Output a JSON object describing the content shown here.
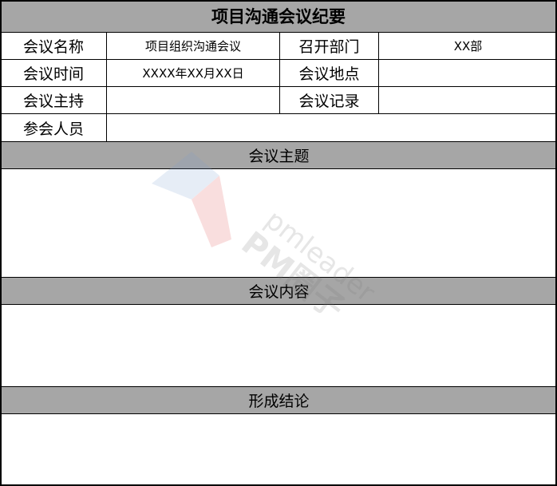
{
  "title": "项目沟通会议纪要",
  "rows": [
    {
      "label1": "会议名称",
      "value1": "项目组织沟通会议",
      "label2": "召开部门",
      "value2": "XX部"
    },
    {
      "label1": "会议时间",
      "value1": "XXXX年XX月XX日",
      "label2": "会议地点",
      "value2": ""
    },
    {
      "label1": "会议主持",
      "value1": "",
      "label2": "会议记录",
      "value2": ""
    }
  ],
  "attendees_label": "参会人员",
  "attendees_value": "",
  "sections": [
    {
      "heading": "会议主题",
      "body": ""
    },
    {
      "heading": "会议内容",
      "body": ""
    },
    {
      "heading": "形成结论",
      "body": ""
    }
  ],
  "watermark": {
    "text1": "pmleader",
    "text2": "PM圈子"
  }
}
